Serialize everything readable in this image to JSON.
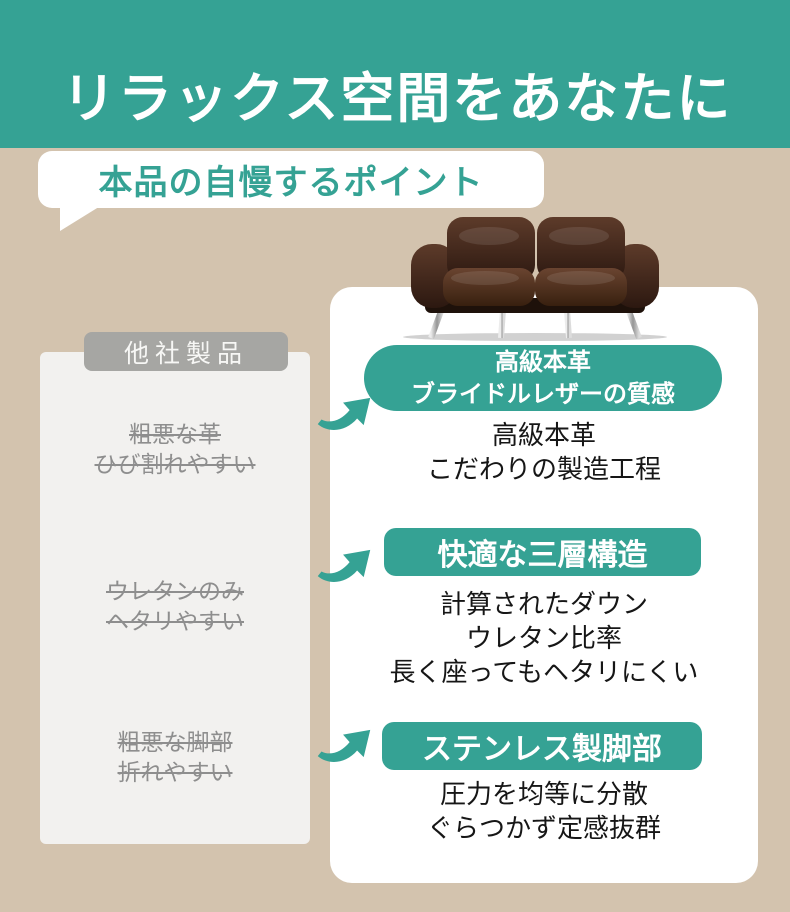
{
  "colors": {
    "teal": "#35A294",
    "beige_background": "#D3C3AE",
    "panel_gray": "#F2F1EF",
    "label_gray": "#A6A6A3",
    "strike_text_gray": "#8E8E8E",
    "text_dark": "#161616",
    "white": "#FFFFFF"
  },
  "header": {
    "title": "リラックス空間をあなたに",
    "badge": "本品の自慢するポイント"
  },
  "competitor": {
    "label": "他社製品",
    "items": [
      {
        "text": "粗悪な革\nひび割れやすい"
      },
      {
        "text": "ウレタンのみ\nヘタリやすい"
      },
      {
        "text": "粗悪な脚部\n折れやすい"
      }
    ]
  },
  "features": [
    {
      "pill": "高級本革\nブライドルレザーの質感",
      "desc": "高級本革\nこだわりの製造工程"
    },
    {
      "pill": "快適な三層構造",
      "desc": "計算されたダウン\nウレタン比率\n長く座ってもヘタリにくい"
    },
    {
      "pill": "ステンレス製脚部",
      "desc": "圧力を均等に分散\nぐらつかず定感抜群"
    }
  ],
  "icons": {
    "arrow": "curved-arrow-up-right",
    "sofa": "dark-brown-leather-sofa-illustration"
  }
}
